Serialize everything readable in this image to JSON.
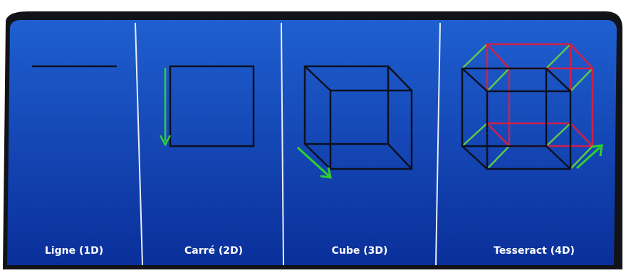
{
  "panels": [
    {
      "label": "Ligne (1D)"
    },
    {
      "label": "Carré (2D)"
    },
    {
      "label": "Cube (3D)"
    },
    {
      "label": "Tesseract (4D)"
    }
  ],
  "colors": {
    "panel_top": "#1f5fd0",
    "panel_bottom": "#0a2f9a",
    "edge_dark": "#0b1020",
    "arrow": "#2ed12e",
    "tesseract_inner": "#d0204a",
    "tesseract_link": "#5fc84a",
    "divider": "#e8eef8"
  },
  "icons": {
    "line": "segment-1d",
    "square": "square-2d",
    "cube": "cube-3d",
    "tesseract": "tesseract-4d",
    "arrow": "direction-arrow"
  }
}
